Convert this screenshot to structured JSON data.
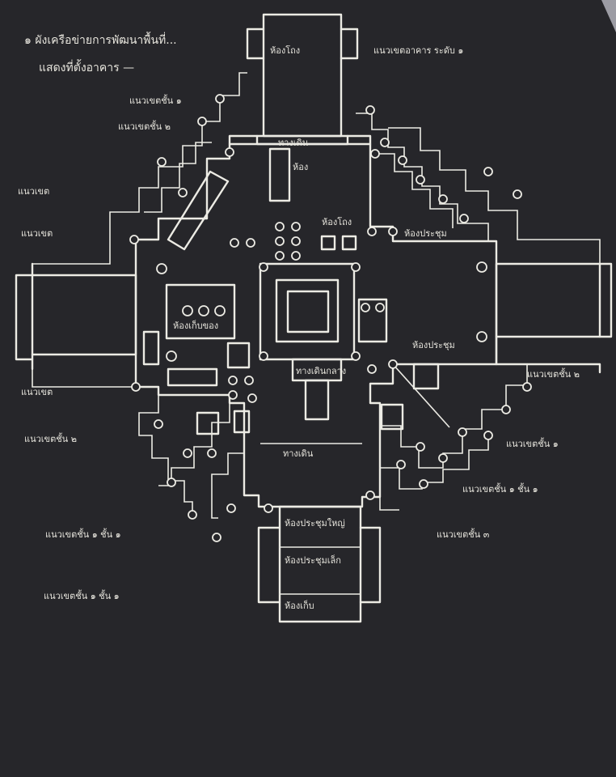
{
  "title_line1": "๑ ผังเครือข่ายการพัฒนาพื้นที่...",
  "title_line2": "แสดงที่ตั้งอาคาร —",
  "labels": {
    "top_hall": "ห้องโถง",
    "top_right": "แนวเขตอาคาร ระดับ ๑",
    "upper_left_1": "แนวเขตชั้น ๑",
    "upper_left_2": "แนวเขตชั้น ๒",
    "left_1": "แนวเขต",
    "left_2": "แนวเขต",
    "corridor_north": "ทางเดิน",
    "north_room": "ห้อง",
    "center_north": "ห้องโถง",
    "right_room": "ห้องประชุม",
    "right_room_2": "ห้องประชุม",
    "left_panel": "ห้องเก็บของ",
    "center_south": "ทางเดินกลาง",
    "south_corridor": "ทางเดิน",
    "south_block_1": "ห้องประชุมใหญ่",
    "south_block_2": "ห้องประชุมเล็ก",
    "south_block_3": "ห้องเก็บ",
    "right_line_1": "แนวเขตชั้น ๒",
    "right_line_2": "แนวเขตชั้น ๑",
    "right_line_3": "แนวเขตชั้น ๑ ชั้น ๑",
    "right_line_4": "แนวเขตชั้น ๓",
    "left_line_1": "แนวเขตชั้น ๒",
    "left_line_2": "แนวเขตชั้น ๑ ชั้น ๑",
    "left_line_3": "แนวเขตชั้น ๑ ชั้น ๑",
    "left_margin": "แนวเขต"
  }
}
